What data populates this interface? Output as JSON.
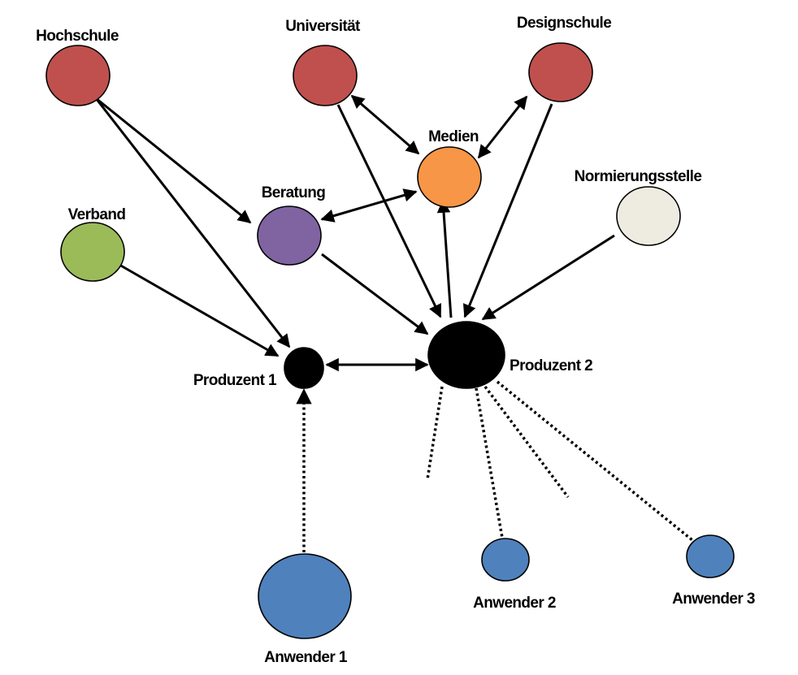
{
  "diagram": {
    "type": "network",
    "nodes": [
      {
        "id": "hochschule",
        "label": "Hochschule",
        "color": "#C0504D"
      },
      {
        "id": "universitaet",
        "label": "Universität",
        "color": "#C0504D"
      },
      {
        "id": "designschule",
        "label": "Designschule",
        "color": "#C0504D"
      },
      {
        "id": "medien",
        "label": "Medien",
        "color": "#F79646"
      },
      {
        "id": "beratung",
        "label": "Beratung",
        "color": "#8064A2"
      },
      {
        "id": "verband",
        "label": "Verband",
        "color": "#9BBB59"
      },
      {
        "id": "normierungsstelle",
        "label": "Normierungsstelle",
        "color": "#EEECE1"
      },
      {
        "id": "produzent1",
        "label": "Produzent 1",
        "color": "#000000"
      },
      {
        "id": "produzent2",
        "label": "Produzent 2",
        "color": "#000000"
      },
      {
        "id": "anwender1",
        "label": "Anwender 1",
        "color": "#4F81BD"
      },
      {
        "id": "anwender2",
        "label": "Anwender 2",
        "color": "#4F81BD"
      },
      {
        "id": "anwender3",
        "label": "Anwender 3",
        "color": "#4F81BD"
      }
    ],
    "edges": [
      {
        "from": "hochschule",
        "to": "beratung",
        "style": "solid",
        "direction": "forward"
      },
      {
        "from": "hochschule",
        "to": "produzent1",
        "style": "solid",
        "direction": "forward"
      },
      {
        "from": "verband",
        "to": "produzent1",
        "style": "solid",
        "direction": "forward"
      },
      {
        "from": "universitaet",
        "to": "medien",
        "style": "solid",
        "direction": "both"
      },
      {
        "from": "universitaet",
        "to": "produzent2",
        "style": "solid",
        "direction": "forward"
      },
      {
        "from": "designschule",
        "to": "medien",
        "style": "solid",
        "direction": "both"
      },
      {
        "from": "designschule",
        "to": "produzent2",
        "style": "solid",
        "direction": "forward"
      },
      {
        "from": "beratung",
        "to": "medien",
        "style": "solid",
        "direction": "both"
      },
      {
        "from": "beratung",
        "to": "produzent2",
        "style": "solid",
        "direction": "forward"
      },
      {
        "from": "produzent2",
        "to": "medien",
        "style": "solid",
        "direction": "forward"
      },
      {
        "from": "normierungsstelle",
        "to": "produzent2",
        "style": "solid",
        "direction": "forward"
      },
      {
        "from": "produzent1",
        "to": "produzent2",
        "style": "solid",
        "direction": "both"
      },
      {
        "from": "anwender1",
        "to": "produzent1",
        "style": "dotted",
        "direction": "forward"
      },
      {
        "from": "produzent2",
        "to": "anwender2",
        "style": "dotted",
        "direction": "none"
      },
      {
        "from": "produzent2",
        "to": "anwender3",
        "style": "dotted",
        "direction": "none"
      },
      {
        "from": "produzent2",
        "to": null,
        "style": "dotted",
        "direction": "none"
      },
      {
        "from": "produzent2",
        "to": null,
        "style": "dotted",
        "direction": "none"
      }
    ]
  }
}
